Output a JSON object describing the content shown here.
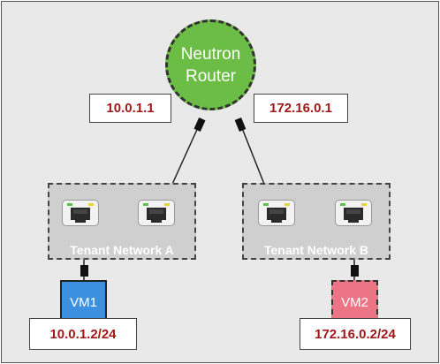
{
  "router": {
    "label": "Neutron\nRouter"
  },
  "router_ips": {
    "left": "10.0.1.1",
    "right": "172.16.0.1"
  },
  "networks": [
    {
      "label": "Tenant Network A"
    },
    {
      "label": "Tenant Network B"
    }
  ],
  "vms": [
    {
      "name": "VM1",
      "ip": "10.0.1.2/24"
    },
    {
      "name": "VM2",
      "ip": "172.16.0.2/24"
    }
  ],
  "colors": {
    "router_fill": "#6cbd45",
    "ip_text": "#a01818",
    "vm1_fill": "#3d8fe0",
    "vm2_fill": "#ec7585",
    "port_led_green": "#5cc04a",
    "port_led_yellow": "#e8d53a"
  }
}
